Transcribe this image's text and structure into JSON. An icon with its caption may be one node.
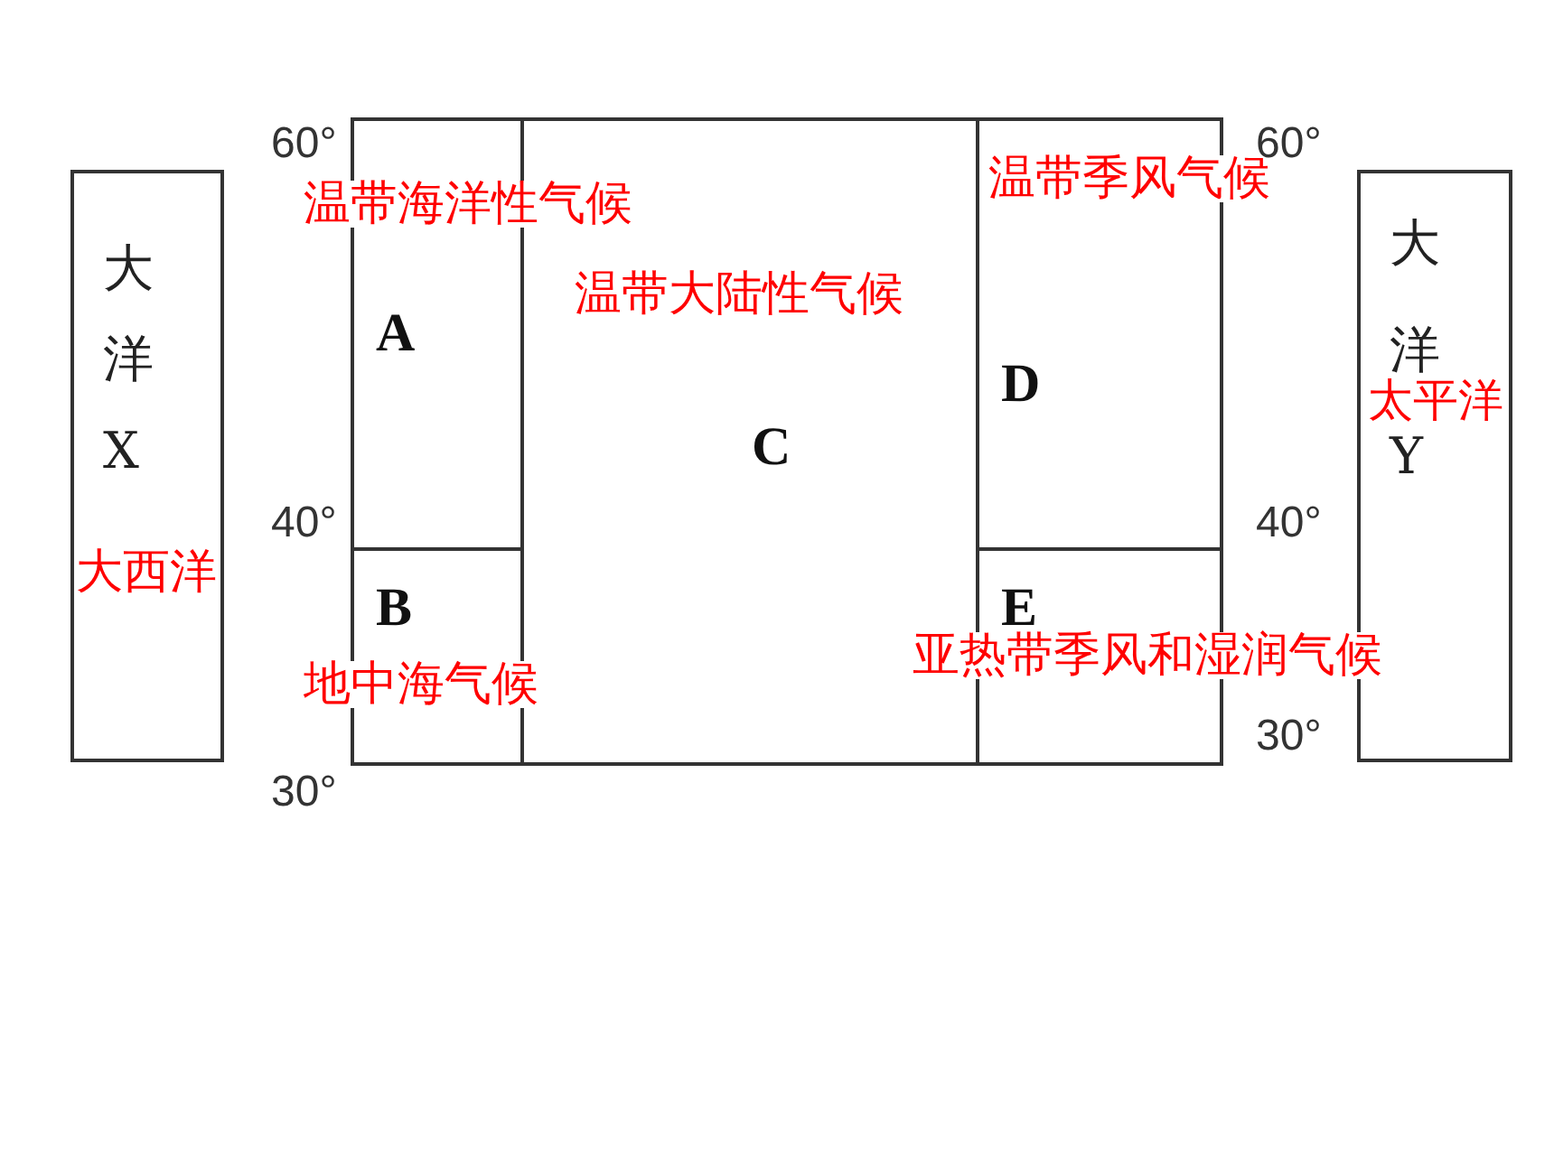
{
  "diagram": {
    "nodes": [
      {
        "text": [
          "大洋X",
          "大西洋"
        ]
      },
      {
        "text": [
          "A"
        ]
      },
      {
        "text": [
          "B"
        ]
      },
      {
        "text": [
          "C"
        ]
      },
      {
        "text": [
          "D"
        ]
      },
      {
        "text": [
          "E"
        ]
      },
      {
        "text": [
          "大洋Y",
          "太平洋"
        ]
      }
    ],
    "labels": [
      "60°",
      "温带海洋性气候",
      "温带季风气候",
      "60°",
      "温带大陆性气候",
      "40°",
      "40°",
      "地中海气候",
      "亚热带季风和湿润气候",
      "30°",
      "30°"
    ]
  }
}
